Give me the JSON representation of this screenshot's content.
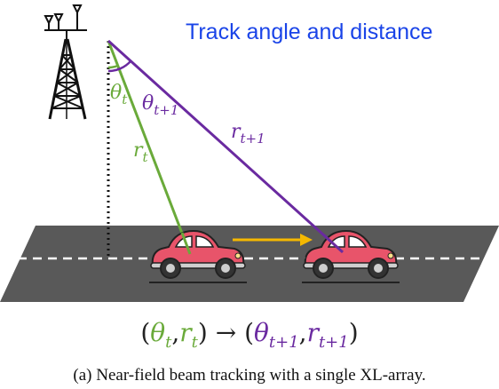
{
  "title": "Track angle and distance",
  "labels": {
    "theta_t": {
      "base": "θ",
      "sub": "t"
    },
    "theta_t1": {
      "base": "θ",
      "sub": "t+1"
    },
    "r_t": {
      "base": "r",
      "sub": "t"
    },
    "r_t1": {
      "base": "r",
      "sub": "t+1"
    }
  },
  "formula": {
    "open1": "(",
    "theta_base": "θ",
    "theta_sub": "t",
    "comma1": ",",
    "r_base": "r",
    "r_sub": "t",
    "close1": ")",
    "arrow": " → ",
    "open2": "(",
    "theta2_base": "θ",
    "theta2_sub": "t+1",
    "comma2": ",",
    "r2_base": "r",
    "r2_sub": "t+1",
    "close2": ")"
  },
  "caption": "(a) Near-field beam tracking with a single XL-array.",
  "colors": {
    "title": "#1a44e8",
    "green": "#6aaa3a",
    "purple": "#6a2aa0",
    "road": "#595959",
    "car": "#e8546a",
    "arrow": "#f5b800"
  },
  "icons": [
    "antenna-tower-icon",
    "car-icon"
  ]
}
